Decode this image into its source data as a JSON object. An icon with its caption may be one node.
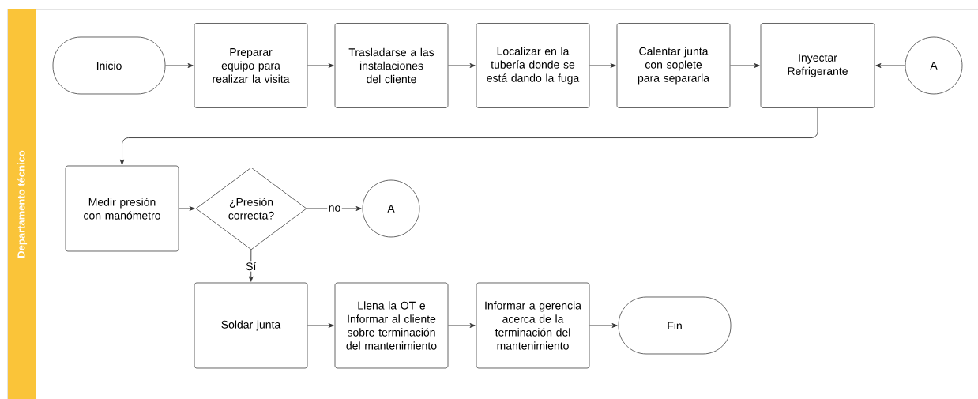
{
  "diagram": {
    "nodes": [
      {
        "text": [
          "Departamento técnico"
        ]
      },
      {
        "text": [
          "Inicio"
        ],
        "in": 0
      },
      {
        "text": [
          "Preparar equipo para realizar la visita"
        ],
        "in": 0
      },
      {
        "text": [
          "Trasladarse a las instalaciones del cliente"
        ],
        "in": 0
      },
      {
        "text": [
          "Localizar en la tubería donde se está dando la fuga"
        ],
        "in": 0
      },
      {
        "text": [
          "Calentar junta con soplete para separarla"
        ],
        "in": 0
      },
      {
        "text": [
          "Inyectar Refrigerante"
        ],
        "in": 0
      },
      {
        "text": [
          "A"
        ],
        "in": 0
      },
      {
        "text": [
          "Medir presión con manómetro"
        ],
        "in": 0
      },
      {
        "text": [
          "¿Presión correcta?"
        ],
        "in": 0
      },
      {
        "text": [
          "A"
        ],
        "in": 0
      },
      {
        "text": [
          "Soldar junta"
        ],
        "in": 0
      },
      {
        "text": [
          "Llena la OT e Informar al cliente sobre terminación del mantenimiento"
        ],
        "in": 0
      },
      {
        "text": [
          "Informar a gerencia acerca de la terminación del mantenimiento"
        ],
        "in": 0
      },
      {
        "text": [
          "Fin"
        ],
        "in": 0
      }
    ],
    "edges": [
      {
        "from": 1,
        "to": 2,
        "arrow": "to"
      },
      {
        "from": 2,
        "to": 3,
        "arrow": "to"
      },
      {
        "from": 3,
        "to": 4,
        "arrow": "to"
      },
      {
        "from": 4,
        "to": 5,
        "arrow": "to"
      },
      {
        "from": 5,
        "to": 6,
        "arrow": "to"
      },
      {
        "from": 7,
        "to": 6,
        "arrow": "to"
      },
      {
        "from": 6,
        "to": 8,
        "arrow": "to"
      },
      {
        "from": 8,
        "to": 9,
        "arrow": "to"
      },
      {
        "from": 9,
        "to": 10,
        "label": "no",
        "arrow": "to"
      },
      {
        "from": 9,
        "to": 11,
        "label": "Sí",
        "arrow": "to"
      },
      {
        "from": 11,
        "to": 12,
        "arrow": "to"
      },
      {
        "from": 12,
        "to": 13,
        "arrow": "to"
      },
      {
        "from": 13,
        "to": 14,
        "arrow": "to"
      }
    ]
  }
}
